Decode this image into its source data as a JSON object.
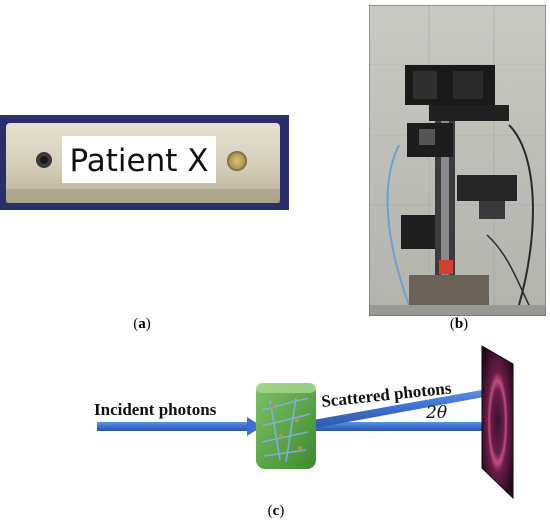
{
  "panel_a": {
    "caption": "a",
    "sample_label": "Patient X"
  },
  "panel_b": {
    "caption": "b"
  },
  "panel_c": {
    "caption": "c",
    "incident_label": "Incident photons",
    "scattered_label": "Scattered photons",
    "angle_label": "2θ"
  },
  "colors": {
    "holder_frame": "#2a2f6b",
    "holder_metal": "#d9d2bf",
    "beam_blue": "#3d6fd0",
    "sample_green": "#4a9a3a",
    "detector_dark": "#2a0d1f",
    "detector_ring": "#c0507a"
  }
}
